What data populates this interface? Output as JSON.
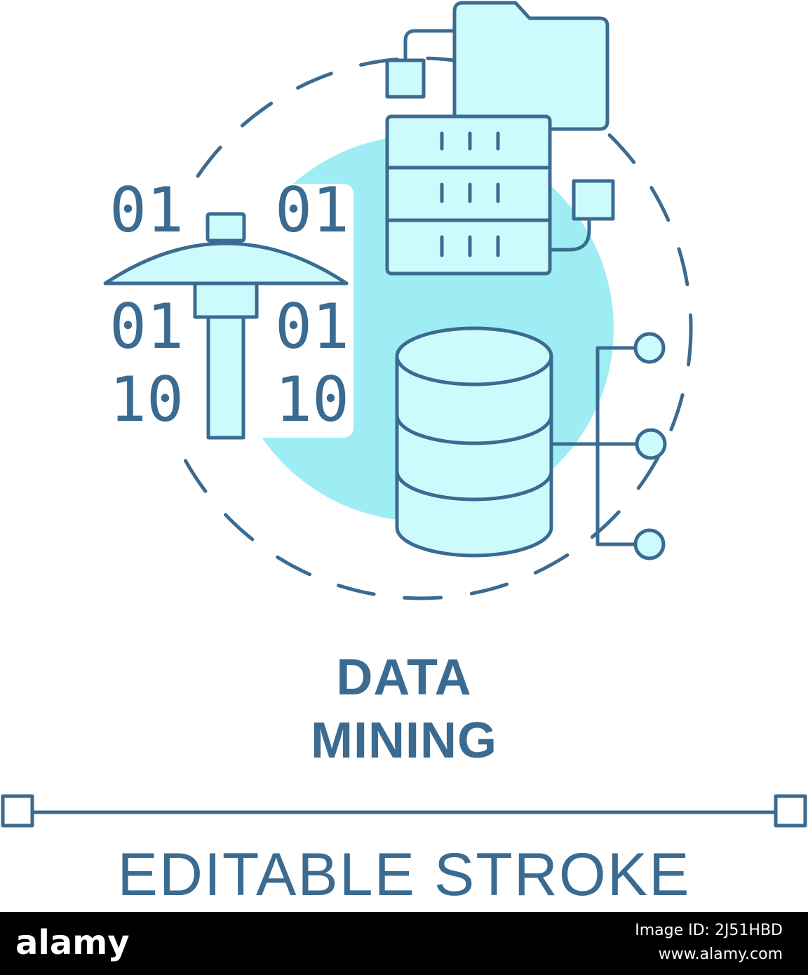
{
  "colors": {
    "stroke": "#3b6b91",
    "accent_circle": "#9eedf5",
    "fill_light": "#cdfbfd",
    "background": "#ffffff",
    "footer": "#000000"
  },
  "icon": {
    "binary_rows": [
      {
        "left": "01",
        "right": "01"
      },
      {
        "left": "01",
        "right": "01"
      },
      {
        "left": "10",
        "right": "10"
      }
    ]
  },
  "title": {
    "line1": "DATA",
    "line2": "MINING"
  },
  "subtitle": "EDITABLE STROKE",
  "footer": {
    "logo": "alamy",
    "image_id": "Image ID: 2J51HBD",
    "site": "www.alamy.com"
  }
}
